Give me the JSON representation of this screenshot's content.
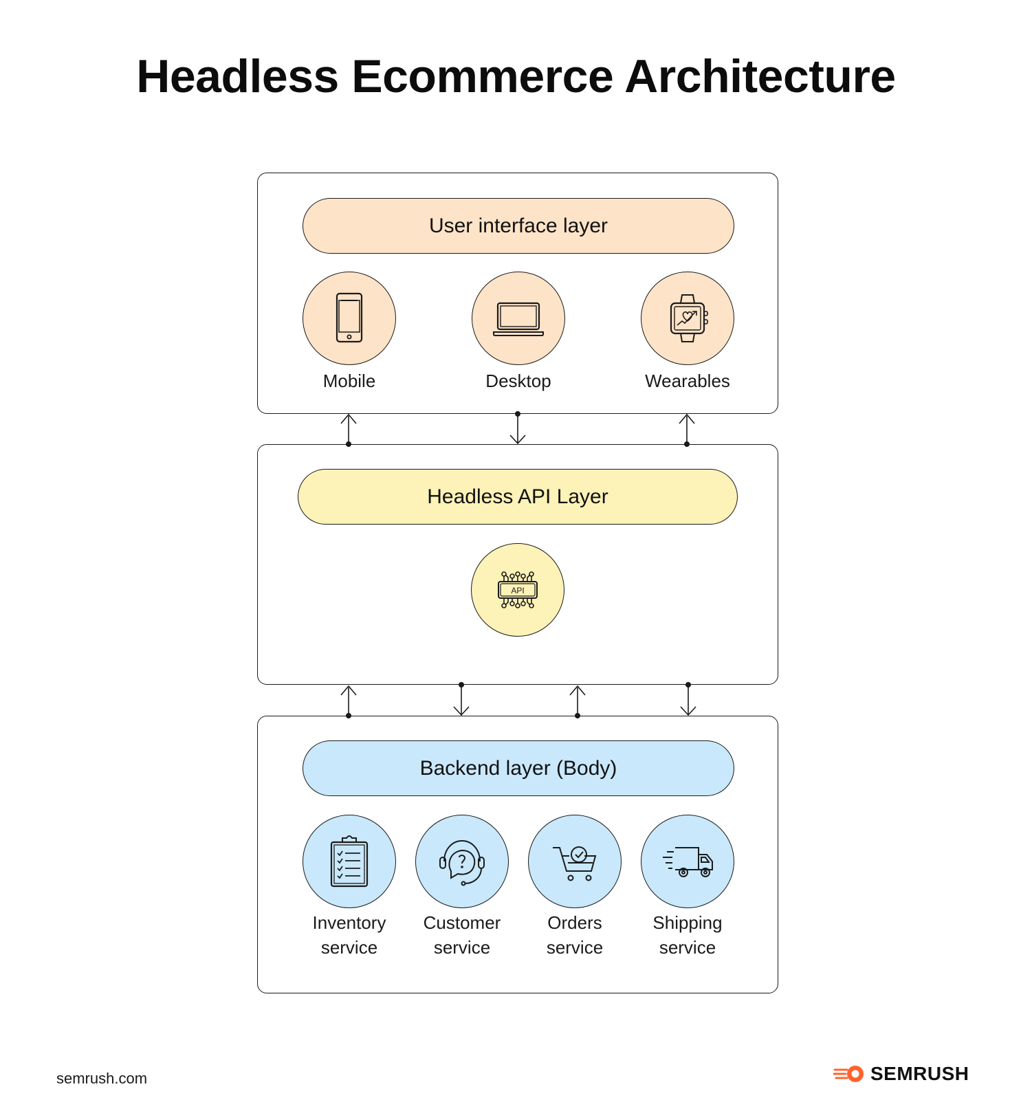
{
  "title": "Headless Ecommerce Architecture",
  "layers": {
    "ui": {
      "label": "User interface layer",
      "items": [
        {
          "label": "Mobile",
          "icon": "mobile-phone-icon"
        },
        {
          "label": "Desktop",
          "icon": "laptop-icon"
        },
        {
          "label": "Wearables",
          "icon": "smartwatch-icon"
        }
      ]
    },
    "api": {
      "label": "Headless API Layer",
      "icon": "api-chip-icon",
      "icon_text": "API"
    },
    "backend": {
      "label": "Backend layer (Body)",
      "items": [
        {
          "line1": "Inventory",
          "line2": "service",
          "icon": "clipboard-checklist-icon"
        },
        {
          "line1": "Customer",
          "line2": "service",
          "icon": "headset-support-icon"
        },
        {
          "line1": "Orders",
          "line2": "service",
          "icon": "shopping-cart-icon"
        },
        {
          "line1": "Shipping",
          "line2": "service",
          "icon": "delivery-truck-icon"
        }
      ]
    }
  },
  "colors": {
    "ui": "#fde3c8",
    "api": "#fdf2b7",
    "backend": "#c9e8fc",
    "brand": "#ff642d"
  },
  "footer": {
    "url": "semrush.com",
    "brand": "SEMRUSH"
  }
}
